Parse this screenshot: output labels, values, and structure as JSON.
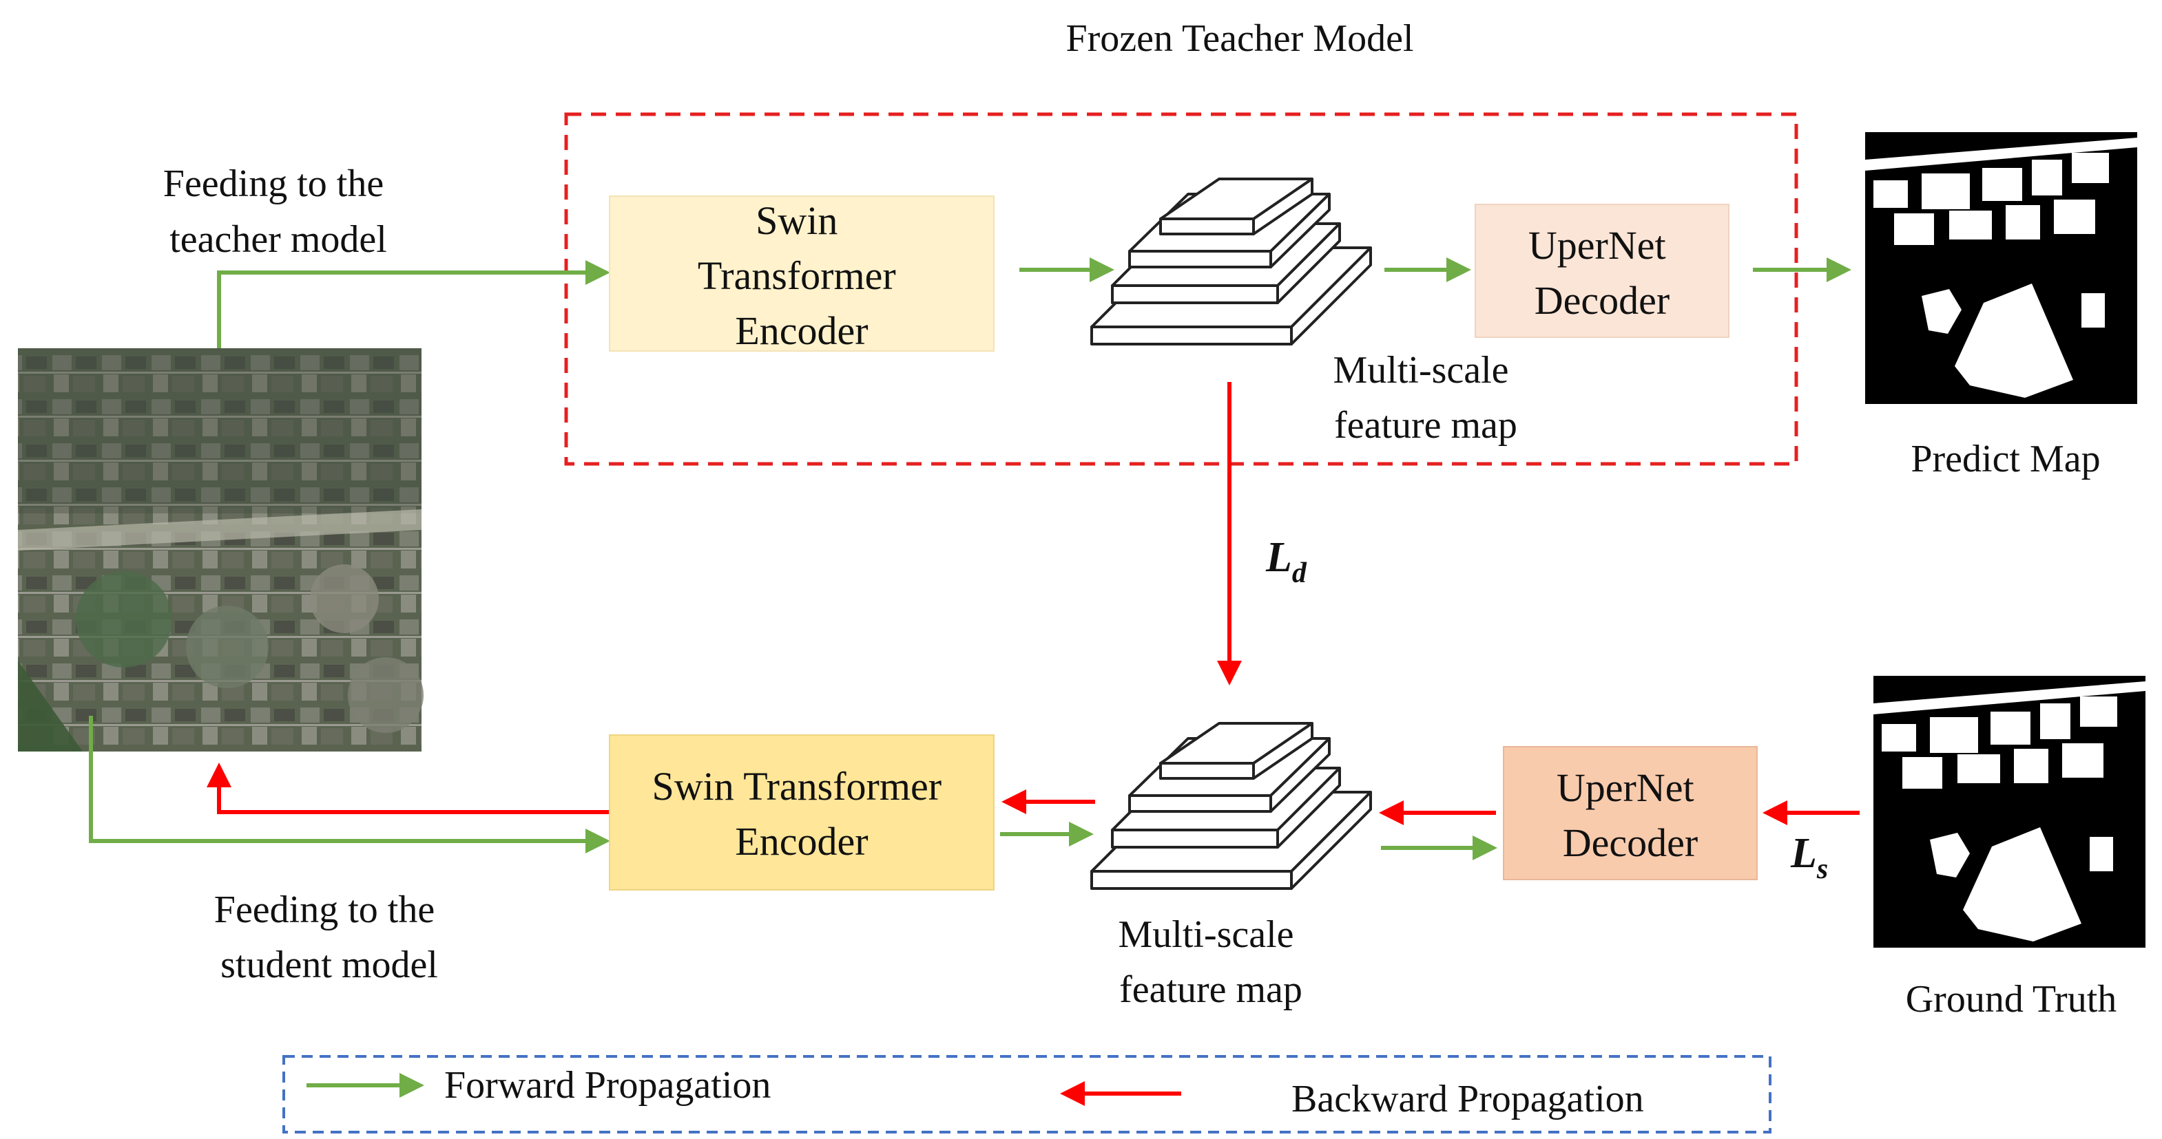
{
  "teacher": {
    "group_title": "Frozen Teacher Model",
    "encoder_label": [
      "Swin",
      "Transformer",
      "Encoder"
    ],
    "decoder_label": [
      "UperNet",
      "Decoder"
    ],
    "feature_label": [
      "Multi-scale",
      "feature map"
    ]
  },
  "student": {
    "encoder_label": [
      "Swin Transformer",
      "Encoder"
    ],
    "decoder_label": [
      "UperNet",
      "Decoder"
    ],
    "feature_label": [
      "Multi-scale",
      "feature map"
    ]
  },
  "inputs": {
    "teacher_feed": [
      "Feeding to the",
      "teacher model"
    ],
    "student_feed": [
      "Feeding to the",
      "student model"
    ]
  },
  "outputs": {
    "predict_map": "Predict Map",
    "ground_truth": "Ground Truth"
  },
  "losses": {
    "distill": {
      "symbol": "L",
      "subscript": "d"
    },
    "seg": {
      "symbol": "L",
      "subscript": "s"
    }
  },
  "legend": {
    "forward": "Forward Propagation",
    "backward": "Backward Propagation"
  },
  "colors": {
    "forward_arrow": "#70ad47",
    "backward_arrow": "#ff0000",
    "teacher_border": "#e62020",
    "legend_border": "#4472c4",
    "teacher_encoder_fill": "#fff2cc",
    "teacher_decoder_fill": "#fbe5d6",
    "student_encoder_fill": "#ffe699",
    "student_decoder_fill": "#f8cbad"
  },
  "icons": {
    "input_image": "aerial-photo-icon",
    "feature_map": "layer-stack-icon",
    "output_mask": "binary-mask-icon"
  }
}
